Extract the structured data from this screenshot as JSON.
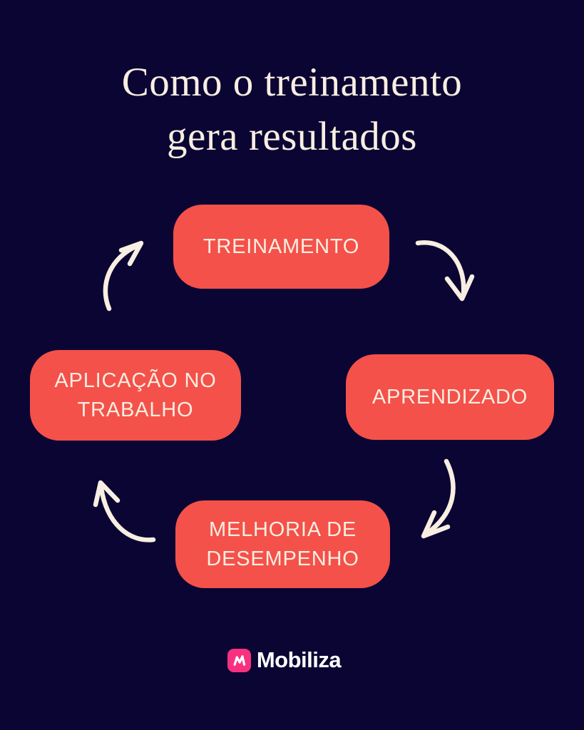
{
  "theme": {
    "background": "#0b0533",
    "node_fill": "#f4514a",
    "text_cream": "#f8eee1",
    "logo_pink": "#f7317f",
    "logo_text": "#ffffff"
  },
  "title": {
    "line1": "Como o treinamento",
    "line2": "gera resultados"
  },
  "diagram": {
    "type": "cycle",
    "nodes": [
      {
        "id": "treinamento",
        "label": "TREINAMENTO",
        "position": "top"
      },
      {
        "id": "aprendizado",
        "label": "APRENDIZADO",
        "position": "right"
      },
      {
        "id": "melhoria-de-desempenho",
        "label": "MELHORIA DE DESEMPENHO",
        "position": "bottom"
      },
      {
        "id": "aplicacao-no-trabalho",
        "label": "APLICAÇÃO NO TRABALHO",
        "position": "left"
      }
    ],
    "arrows": [
      {
        "from": "TREINAMENTO",
        "to": "APRENDIZADO"
      },
      {
        "from": "APRENDIZADO",
        "to": "MELHORIA DE DESEMPENHO"
      },
      {
        "from": "MELHORIA DE DESEMPENHO",
        "to": "APLICAÇÃO NO TRABALHO"
      },
      {
        "from": "APLICAÇÃO NO TRABALHO",
        "to": "TREINAMENTO"
      }
    ]
  },
  "footer": {
    "logo_text": "Mobiliza",
    "logo_icon": "mobiliza-m-icon"
  }
}
